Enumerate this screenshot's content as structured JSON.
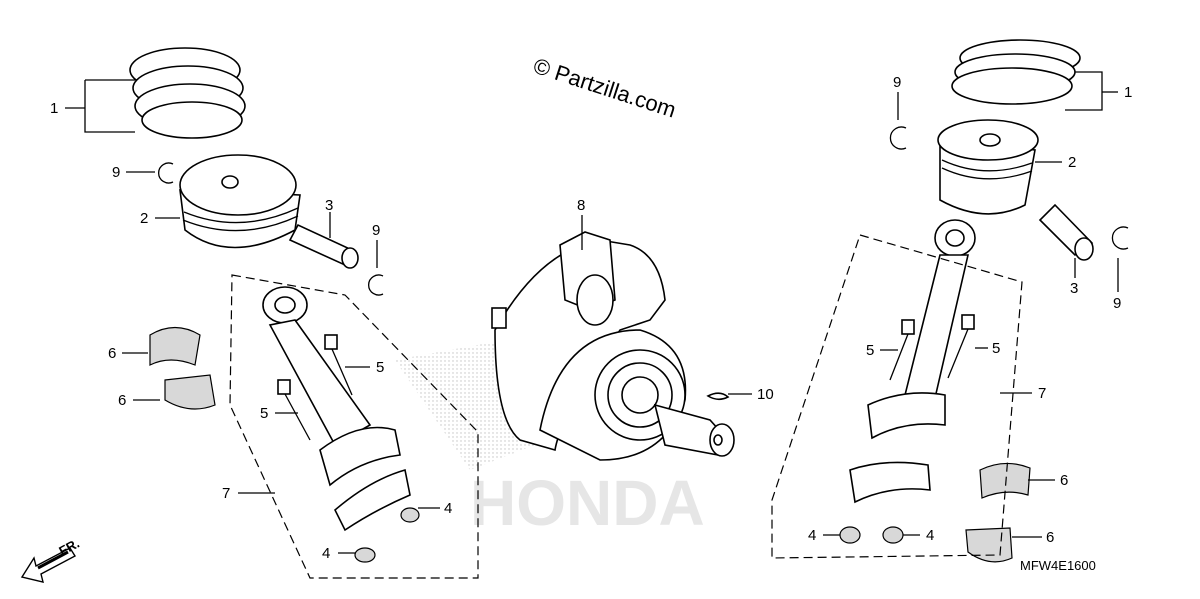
{
  "watermark": {
    "copyright": "© Partzilla.com",
    "brand": "HONDA"
  },
  "diagram_code": "MFW4E1600",
  "direction_marker": "FR.",
  "callouts": [
    {
      "id": "c1a",
      "text": "1"
    },
    {
      "id": "c9a",
      "text": "9"
    },
    {
      "id": "c2a",
      "text": "2"
    },
    {
      "id": "c3a",
      "text": "3"
    },
    {
      "id": "c9b",
      "text": "9"
    },
    {
      "id": "c6a",
      "text": "6"
    },
    {
      "id": "c6b",
      "text": "6"
    },
    {
      "id": "c5a",
      "text": "5"
    },
    {
      "id": "c5b",
      "text": "5"
    },
    {
      "id": "c7a",
      "text": "7"
    },
    {
      "id": "c4a",
      "text": "4"
    },
    {
      "id": "c4b",
      "text": "4"
    },
    {
      "id": "c8",
      "text": "8"
    },
    {
      "id": "c10",
      "text": "10"
    },
    {
      "id": "c9c",
      "text": "9"
    },
    {
      "id": "c1b",
      "text": "1"
    },
    {
      "id": "c2b",
      "text": "2"
    },
    {
      "id": "c3b",
      "text": "3"
    },
    {
      "id": "c9d",
      "text": "9"
    },
    {
      "id": "c5c",
      "text": "5"
    },
    {
      "id": "c5d",
      "text": "5"
    },
    {
      "id": "c7b",
      "text": "7"
    },
    {
      "id": "c6c",
      "text": "6"
    },
    {
      "id": "c6d",
      "text": "6"
    },
    {
      "id": "c4c",
      "text": "4"
    },
    {
      "id": "c4d",
      "text": "4"
    }
  ]
}
